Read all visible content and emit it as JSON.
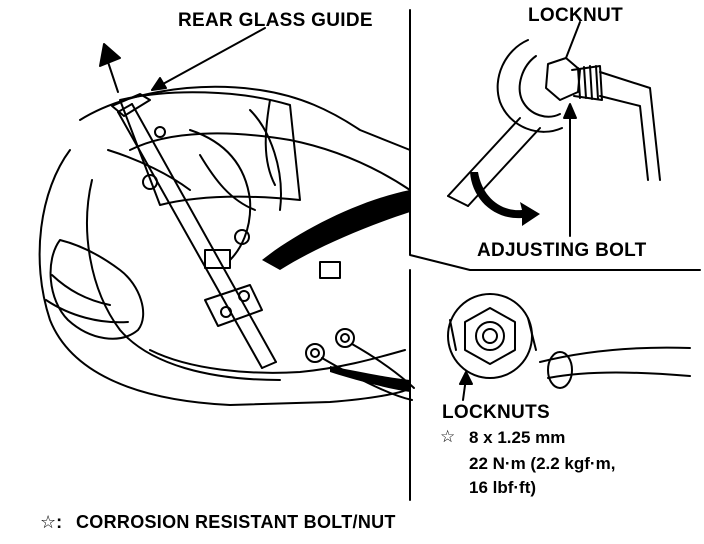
{
  "labels": {
    "rear_glass_guide": "REAR GLASS GUIDE",
    "locknut": "LOCKNUT",
    "adjusting_bolt": "ADJUSTING BOLT",
    "locknuts": "LOCKNUTS"
  },
  "spec": {
    "star": "☆",
    "size": "8 x 1.25 mm",
    "torque_nm": "22 N·m (2.2 kgf·m,",
    "torque_lbf": "16 lbf·ft)"
  },
  "footer": {
    "symbol": "☆:",
    "text": "CORROSION RESISTANT BOLT/NUT"
  },
  "colors": {
    "ink": "#000000",
    "paper": "#ffffff"
  }
}
